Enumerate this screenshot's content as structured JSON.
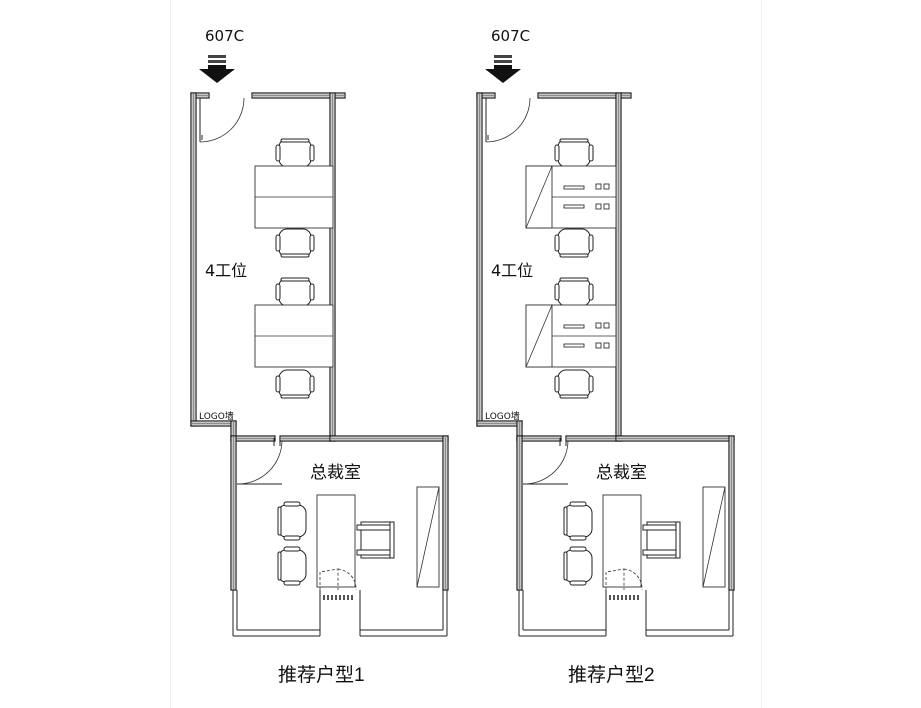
{
  "plans": [
    {
      "door_code": "607C",
      "workstation_label": "4工位",
      "logo_wall_label": "LOGO墙",
      "office_label": "总裁室",
      "caption": "推荐户型1",
      "variant": "shared-desks"
    },
    {
      "door_code": "607C",
      "workstation_label": "4工位",
      "logo_wall_label": "LOGO墙",
      "office_label": "总裁室",
      "caption": "推荐户型2",
      "variant": "desks-with-cabinets"
    }
  ],
  "colors": {
    "wall_outline": "#1a1a1a",
    "wall_fill": "#8c8c8c",
    "background": "#ffffff"
  }
}
